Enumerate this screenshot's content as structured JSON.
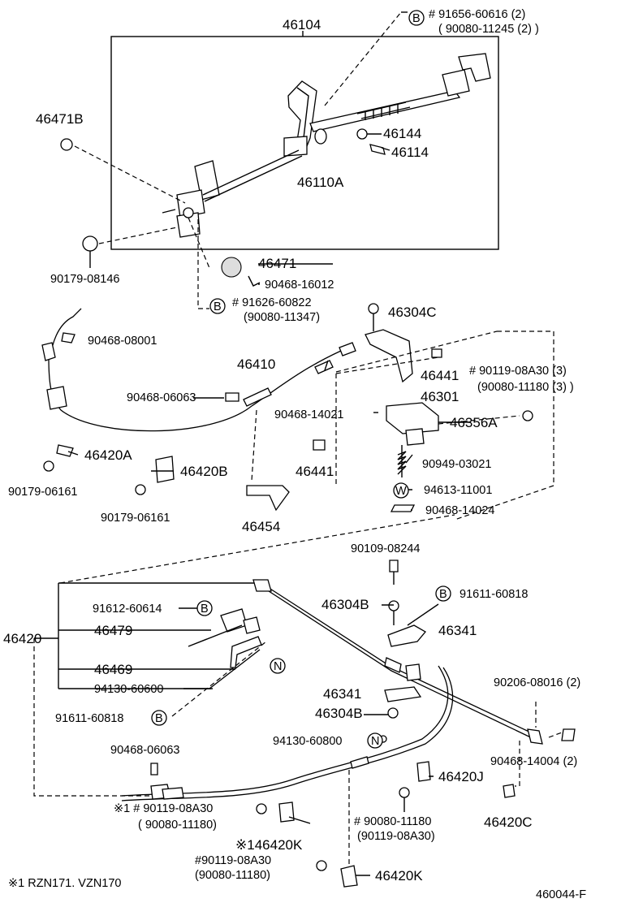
{
  "labels": {
    "p46104": "46104",
    "p91656_60616": "# 91656-60616 (2)",
    "p90080_11245": "( 90080-11245 (2) )",
    "p46471B": "46471B",
    "p46144": "46144",
    "p46114": "46114",
    "p46110A": "46110A",
    "p90179_08146": "90179-08146",
    "p46471": "46471",
    "p90468_16012": "90468-16012",
    "p91626_60822": "# 91626-60822",
    "p90080_11347": "(90080-11347)",
    "p46304C": "46304C",
    "p90468_08001": "90468-08001",
    "p46441a": "46441",
    "p90119_08A30_3": "# 90119-08A30 (3)",
    "p90080_11180_3": "(90080-11180 (3) )",
    "p46410": "46410",
    "p90468_06063a": "90468-06063",
    "p46301": "46301",
    "p90468_14021": "90468-14021",
    "p46356A": "46356A",
    "p46420A": "46420A",
    "p46441b": "46441",
    "p90949_03021": "90949-03021",
    "p46420B": "46420B",
    "p90179_06161a": "90179-06161",
    "p94613_11001": "94613-11001",
    "p90179_06161b": "90179-06161",
    "p90468_14024": "90468-14024",
    "p46454": "46454",
    "p90109_08244": "90109-08244",
    "p91612_60614": "91612-60614",
    "p46304Ba": "46304B",
    "p91611_60818a": "91611-60818",
    "p46420": "46420",
    "p46479": "46479",
    "p46341a": "46341",
    "p46469": "46469",
    "p90206_08016": "90206-08016 (2)",
    "p94130_60600": "94130-60600",
    "p46341b": "46341",
    "p91611_60818b": "91611-60818",
    "p46304Bb": "46304B",
    "p94130_60800": "94130-60800",
    "p90468_06063b": "90468-06063",
    "p90468_14004": "90468-14004 (2)",
    "p46420J": "46420J",
    "p90119_08A30_k1": "※1 # 90119-08A30",
    "p90080_11180_k1": "( 90080-11180)",
    "p90080_11180_h": "# 90080-11180",
    "p90119_08A30_h": "(90119-08A30)",
    "p46420C": "46420C",
    "p46420K1": "※146420K",
    "p90119_08A30_b": "#90119-08A30",
    "p90080_11180_b": "(90080-11180)",
    "p46420K2": "46420K",
    "footnote": "※1 RZN171. VZN170",
    "figure_code": "460044-F"
  },
  "callout_letters": {
    "B": "B",
    "W": "W",
    "N": "N"
  }
}
